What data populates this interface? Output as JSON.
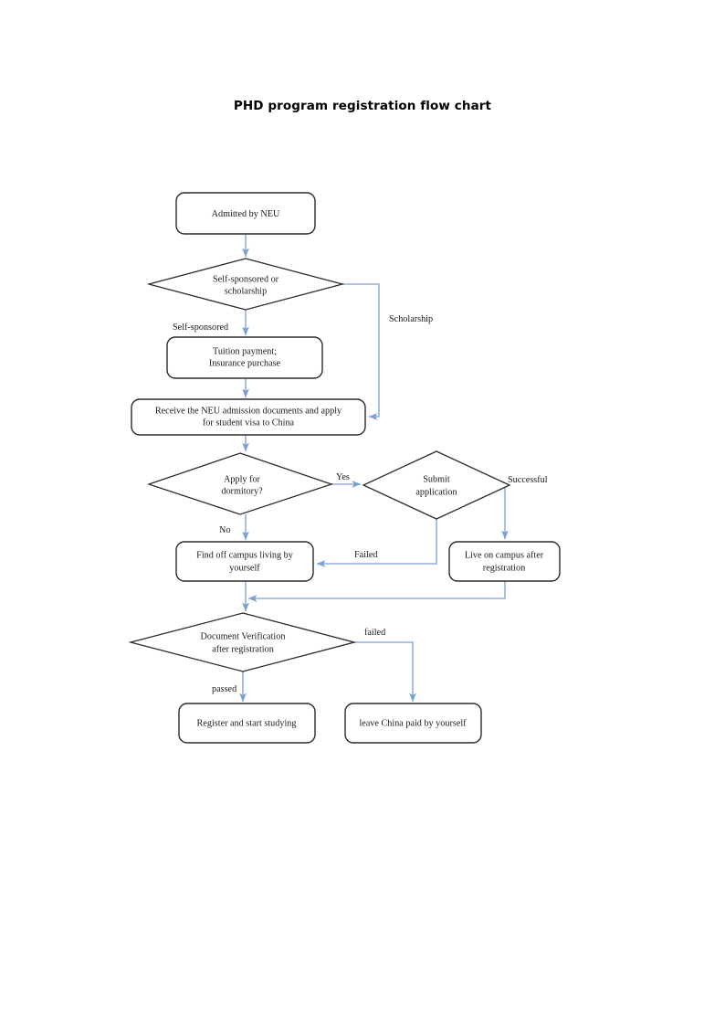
{
  "page": {
    "title": "PHD program registration flow chart",
    "background_color": "#ffffff",
    "connector_color": "#7d9fd4",
    "node_border_color": "#2b2b2b",
    "text_color": "#1a1a1a"
  },
  "chart_data": {
    "type": "diagram",
    "title": "PHD program registration flow chart",
    "nodes": [
      {
        "id": "admitted",
        "shape": "rounded-rect",
        "text": "Admitted by NEU"
      },
      {
        "id": "sponsor",
        "shape": "diamond",
        "text": "Self-sponsored or scholarship",
        "line1": "Self-sponsored or",
        "line2": "scholarship"
      },
      {
        "id": "tuition",
        "shape": "rounded-rect",
        "text": "Tuition payment; Insurance purchase",
        "line1": "Tuition payment;",
        "line2": "Insurance purchase"
      },
      {
        "id": "receive",
        "shape": "rounded-rect",
        "text": "Receive the NEU admission documents and apply for student visa to China",
        "line1": "Receive the NEU admission documents and apply",
        "line2": "for student visa to China"
      },
      {
        "id": "dormitory",
        "shape": "diamond",
        "text": "Apply for dormitory?",
        "line1": "Apply for",
        "line2": "dormitory?"
      },
      {
        "id": "submit",
        "shape": "diamond",
        "text": "Submit application",
        "line1": "Submit",
        "line2": "application"
      },
      {
        "id": "offcampus",
        "shape": "rounded-rect",
        "text": "Find off campus living by yourself",
        "line1": "Find off campus living by",
        "line2": "yourself"
      },
      {
        "id": "oncampus",
        "shape": "rounded-rect",
        "text": "Live on campus after registration",
        "line1": "Live on campus after",
        "line2": "registration"
      },
      {
        "id": "verify",
        "shape": "diamond",
        "text": "Document Verification after registration",
        "line1": "Document Verification",
        "line2": "after registration"
      },
      {
        "id": "register",
        "shape": "rounded-rect",
        "text": "Register and start studying",
        "line1": "Register and start studying",
        "line2": ""
      },
      {
        "id": "leave",
        "shape": "rounded-rect",
        "text": "leave China paid by yourself",
        "line1": "leave China paid by yourself",
        "line2": ""
      }
    ],
    "edges": [
      {
        "from": "admitted",
        "to": "sponsor",
        "label": ""
      },
      {
        "from": "sponsor",
        "to": "tuition",
        "label": "Self-sponsored"
      },
      {
        "from": "sponsor",
        "to": "receive",
        "label": "Scholarship"
      },
      {
        "from": "tuition",
        "to": "receive",
        "label": ""
      },
      {
        "from": "receive",
        "to": "dormitory",
        "label": ""
      },
      {
        "from": "dormitory",
        "to": "submit",
        "label": "Yes"
      },
      {
        "from": "dormitory",
        "to": "offcampus",
        "label": "No"
      },
      {
        "from": "submit",
        "to": "oncampus",
        "label": "Successful"
      },
      {
        "from": "submit",
        "to": "offcampus",
        "label": "Failed"
      },
      {
        "from": "offcampus",
        "to": "verify",
        "label": ""
      },
      {
        "from": "oncampus",
        "to": "verify",
        "label": ""
      },
      {
        "from": "verify",
        "to": "register",
        "label": "passed"
      },
      {
        "from": "verify",
        "to": "leave",
        "label": "failed"
      }
    ]
  }
}
